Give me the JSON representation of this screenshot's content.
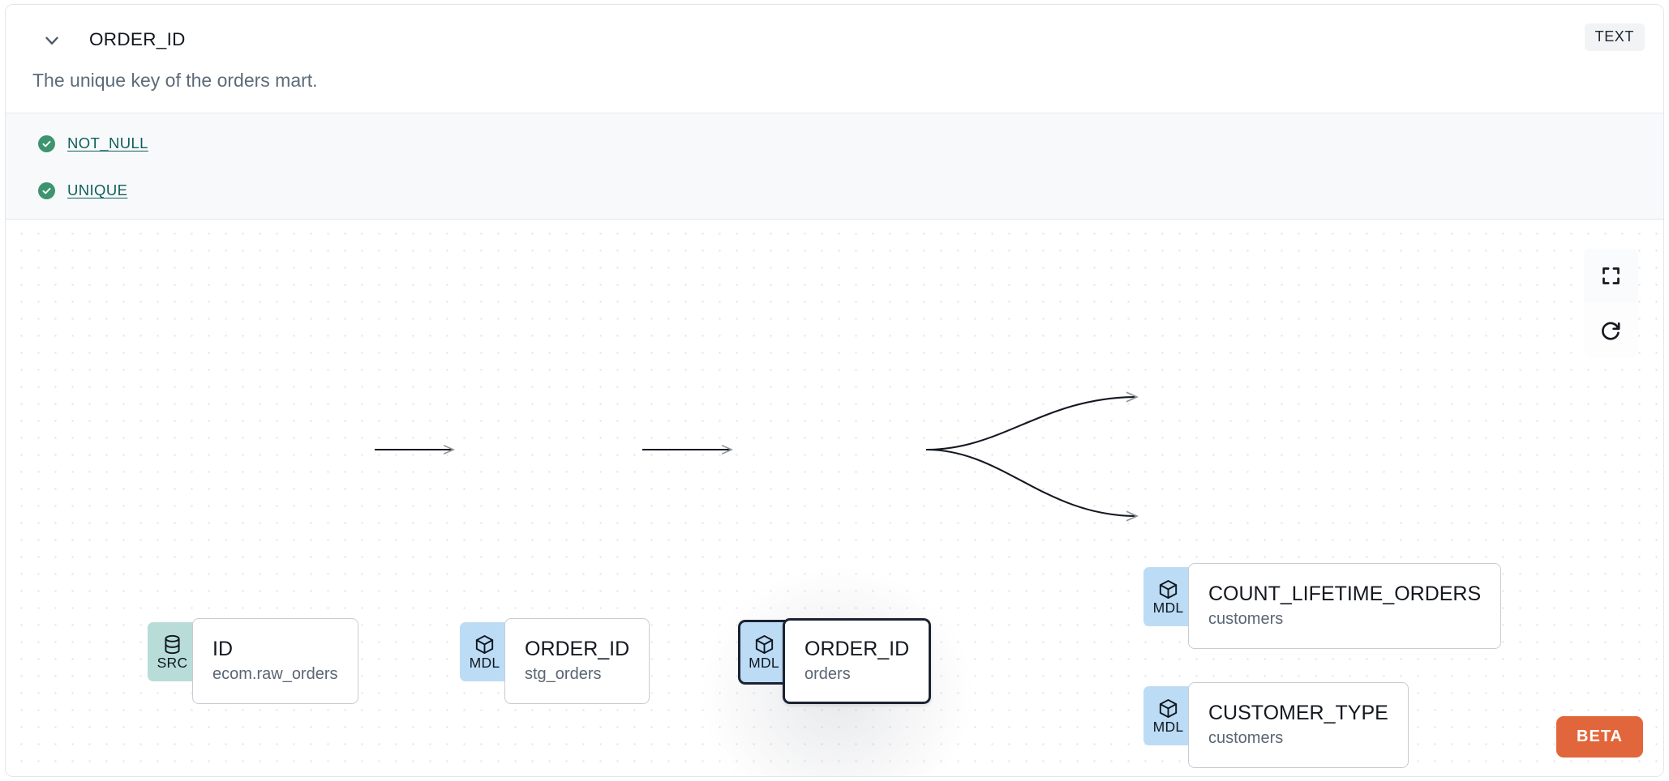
{
  "header": {
    "column_name": "ORDER_ID",
    "type_badge": "TEXT",
    "chevron_icon": "chevron-down-icon",
    "description": "The unique key of the orders mart."
  },
  "tests": [
    {
      "label": "NOT_NULL",
      "status": "pass",
      "icon": "check-circle-icon"
    },
    {
      "label": "UNIQUE",
      "status": "pass",
      "icon": "check-circle-icon"
    }
  ],
  "lineage": {
    "nodes": [
      {
        "id": "src",
        "badge": "SRC",
        "badge_icon": "database-icon",
        "name": "ID",
        "sub": "ecom.raw_orders",
        "selected": false,
        "badge_color": "#b8ddd8"
      },
      {
        "id": "stg",
        "badge": "MDL",
        "badge_icon": "cube-icon",
        "name": "ORDER_ID",
        "sub": "stg_orders",
        "selected": false,
        "badge_color": "#bcdcf5"
      },
      {
        "id": "orders",
        "badge": "MDL",
        "badge_icon": "cube-icon",
        "name": "ORDER_ID",
        "sub": "orders",
        "selected": true,
        "badge_color": "#bcdcf5"
      },
      {
        "id": "count",
        "badge": "MDL",
        "badge_icon": "cube-icon",
        "name": "COUNT_LIFETIME_ORDERS",
        "sub": "customers",
        "selected": false,
        "badge_color": "#bcdcf5"
      },
      {
        "id": "custtype",
        "badge": "MDL",
        "badge_icon": "cube-icon",
        "name": "CUSTOMER_TYPE",
        "sub": "customers",
        "selected": false,
        "badge_color": "#bcdcf5"
      }
    ],
    "edges": [
      {
        "from": "src",
        "to": "stg"
      },
      {
        "from": "stg",
        "to": "orders"
      },
      {
        "from": "orders",
        "to": "count"
      },
      {
        "from": "orders",
        "to": "custtype"
      }
    ]
  },
  "controls": {
    "fullscreen_icon": "fullscreen-icon",
    "reset_icon": "refresh-icon"
  },
  "beta_badge": "BETA",
  "colors": {
    "accent_beta": "#e2663b",
    "test_pass": "#3f9470",
    "test_link": "#0f5e5c",
    "src_badge": "#b8ddd8",
    "mdl_badge": "#bcdcf5",
    "selected_border": "#1b2232"
  }
}
